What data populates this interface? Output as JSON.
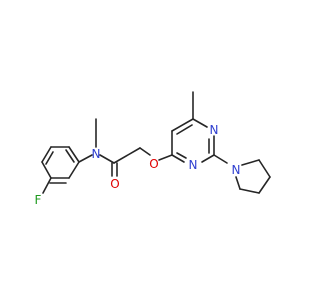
{
  "molecule": {
    "atoms": [
      {
        "id": "F",
        "symbol": "F",
        "color": "#1f9a1f"
      },
      {
        "id": "N1",
        "symbol": "N",
        "color": "#2f3fd0"
      },
      {
        "id": "O1",
        "symbol": "O",
        "color": "#e00000"
      },
      {
        "id": "O2",
        "symbol": "O",
        "color": "#e00000"
      },
      {
        "id": "N2",
        "symbol": "N",
        "color": "#2f3fd0"
      },
      {
        "id": "N3",
        "symbol": "N",
        "color": "#2f3fd0"
      },
      {
        "id": "N4",
        "symbol": "N",
        "color": "#2f3fd0"
      }
    ],
    "bond_color": "#262626"
  }
}
